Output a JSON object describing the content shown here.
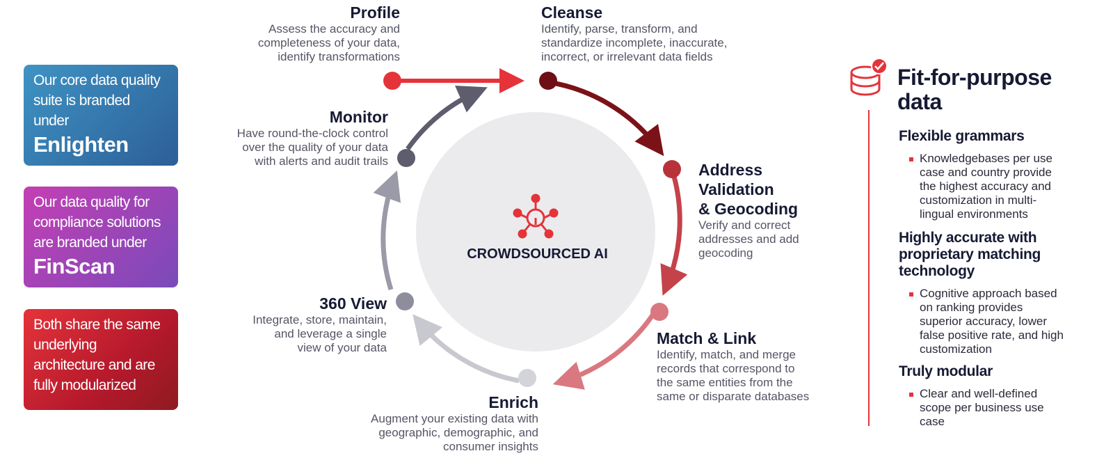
{
  "cards": [
    {
      "text": "Our core data quality suite is branded under",
      "brand": "Enlighten"
    },
    {
      "text": "Our data quality for compliance solutions are branded under",
      "brand": "FinScan"
    },
    {
      "text": "Both share the same underlying architecture and are fully modularized",
      "brand": ""
    }
  ],
  "center": {
    "label": "CROWDSOURCED AI",
    "icon": "brain-network-icon"
  },
  "steps": {
    "profile": {
      "title": "Profile",
      "desc": [
        "Assess the accuracy and",
        "completeness of your data,",
        "identify transformations"
      ]
    },
    "cleanse": {
      "title": "Cleanse",
      "desc": [
        "Identify, parse, transform, and",
        "standardize incomplete, inaccurate,",
        "incorrect, or irrelevant data fields"
      ]
    },
    "address": {
      "title": [
        "Address",
        "Validation",
        "& Geocoding"
      ],
      "desc": [
        "Verify and correct",
        "addresses and add",
        "geocoding"
      ]
    },
    "match": {
      "title": "Match & Link",
      "desc": [
        "Identify, match, and merge",
        "records that correspond to",
        "the same entities from the",
        "same or disparate databases"
      ]
    },
    "enrich": {
      "title": "Enrich",
      "desc": [
        "Augment your existing data with",
        "geographic, demographic, and",
        "consumer insights"
      ]
    },
    "view360": {
      "title": "360 View",
      "desc": [
        "Integrate, store, maintain,",
        "and leverage a single",
        "view of your data"
      ]
    },
    "monitor": {
      "title": "Monitor",
      "desc": [
        "Have round-the-clock control",
        "over the quality of your data",
        "with alerts and audit trails"
      ]
    }
  },
  "right_panel": {
    "icon": "database-check-icon",
    "title": [
      "Fit-for-purpose",
      "data"
    ],
    "sections": [
      {
        "heading": [
          "Flexible grammars"
        ],
        "bullet": [
          "Knowledgebases per use",
          "case and country provide",
          "the highest accuracy and",
          "customization in multi-",
          "lingual environments"
        ]
      },
      {
        "heading": [
          "Highly accurate with",
          "proprietary matching",
          "technology"
        ],
        "bullet": [
          "Cognitive approach based",
          "on ranking  provides",
          "superior accuracy, lower",
          "false positive rate, and high",
          "customization"
        ]
      },
      {
        "heading": [
          "Truly modular"
        ],
        "bullet": [
          "Clear and well-defined",
          "scope per business use",
          "case"
        ]
      }
    ]
  },
  "colors": {
    "red": "#e5333a",
    "dark_red": "#7b1218",
    "mid_red": "#b8323a",
    "pink": "#d97880",
    "light_gray": "#c8c8d0",
    "mid_gray": "#8d8d9c",
    "dark_gray": "#5d5d6d",
    "circle_fill": "#ebebee",
    "navy": "#161a33"
  }
}
